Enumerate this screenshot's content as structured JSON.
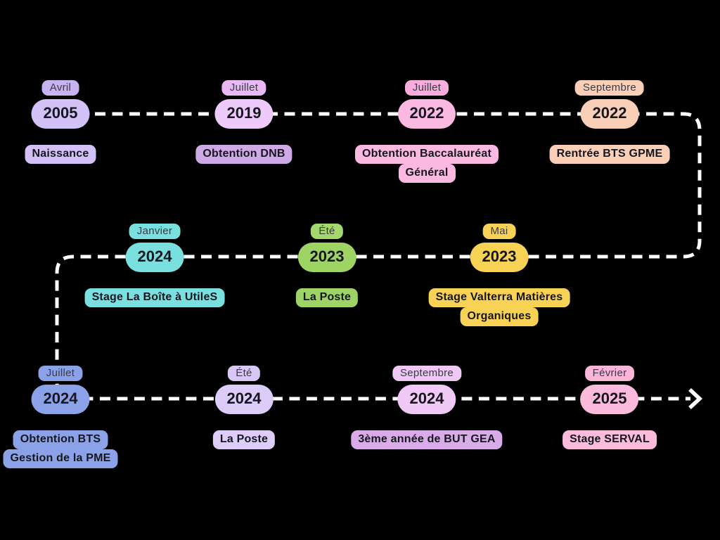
{
  "canvas": {
    "background": "#000000"
  },
  "connector": {
    "color": "#ffffff",
    "style": "dashed",
    "direction": "snake-left-to-right",
    "arrow": "right"
  },
  "items": [
    {
      "month": "Avril",
      "year": "2005",
      "label_lines": [
        "Naissance"
      ],
      "colors": {
        "month": "#c8b3f1",
        "year": "#d3c2f7",
        "label": "#d2c0f6"
      }
    },
    {
      "month": "Juillet",
      "year": "2019",
      "label_lines": [
        "Obtention DNB"
      ],
      "colors": {
        "month": "#e9b9f6",
        "year": "#eecafa",
        "label": "#cfa9e6"
      }
    },
    {
      "month": "Juillet",
      "year": "2022",
      "label_lines": [
        "Obtention Baccalauréat",
        "Général"
      ],
      "colors": {
        "month": "#f8addc",
        "year": "#fbb9e2",
        "label": "#fbb9e2"
      }
    },
    {
      "month": "Septembre",
      "year": "2022",
      "label_lines": [
        "Rentrée BTS GPME"
      ],
      "colors": {
        "month": "#f9cfb8",
        "year": "#f9cfb8",
        "label": "#f9cfb8"
      }
    },
    {
      "month": "Janvier",
      "year": "2024",
      "label_lines": [
        "Stage La Boîte à UtileS"
      ],
      "colors": {
        "month": "#7adfdf",
        "year": "#7adfdf",
        "label": "#7adfdf"
      }
    },
    {
      "month": "Été",
      "year": "2023",
      "label_lines": [
        "La Poste"
      ],
      "colors": {
        "month": "#a4d76c",
        "year": "#9ed463",
        "label": "#9ed463"
      }
    },
    {
      "month": "Mai",
      "year": "2023",
      "label_lines": [
        "Stage Valterra Matières",
        "Organiques"
      ],
      "colors": {
        "month": "#f8d254",
        "year": "#f8d254",
        "label": "#f8d254"
      }
    },
    {
      "month": "Juillet",
      "year": "2024",
      "label_lines": [
        "Obtention BTS",
        "Gestion de la PME"
      ],
      "colors": {
        "month": "#8ba1e8",
        "year": "#8ba1e8",
        "label": "#8ba1e8"
      }
    },
    {
      "month": "Été",
      "year": "2024",
      "label_lines": [
        "La Poste"
      ],
      "colors": {
        "month": "#d9c8f7",
        "year": "#dcccf8",
        "label": "#ddcdf8"
      }
    },
    {
      "month": "Septembre",
      "year": "2024",
      "label_lines": [
        "3ème année de BUT GEA"
      ],
      "colors": {
        "month": "#efc8f6",
        "year": "#f0c9f6",
        "label": "#d9abe8"
      }
    },
    {
      "month": "Février",
      "year": "2025",
      "label_lines": [
        "Stage SERVAL"
      ],
      "colors": {
        "month": "#fbb5d8",
        "year": "#fbbadb",
        "label": "#fbbcdb"
      }
    }
  ]
}
